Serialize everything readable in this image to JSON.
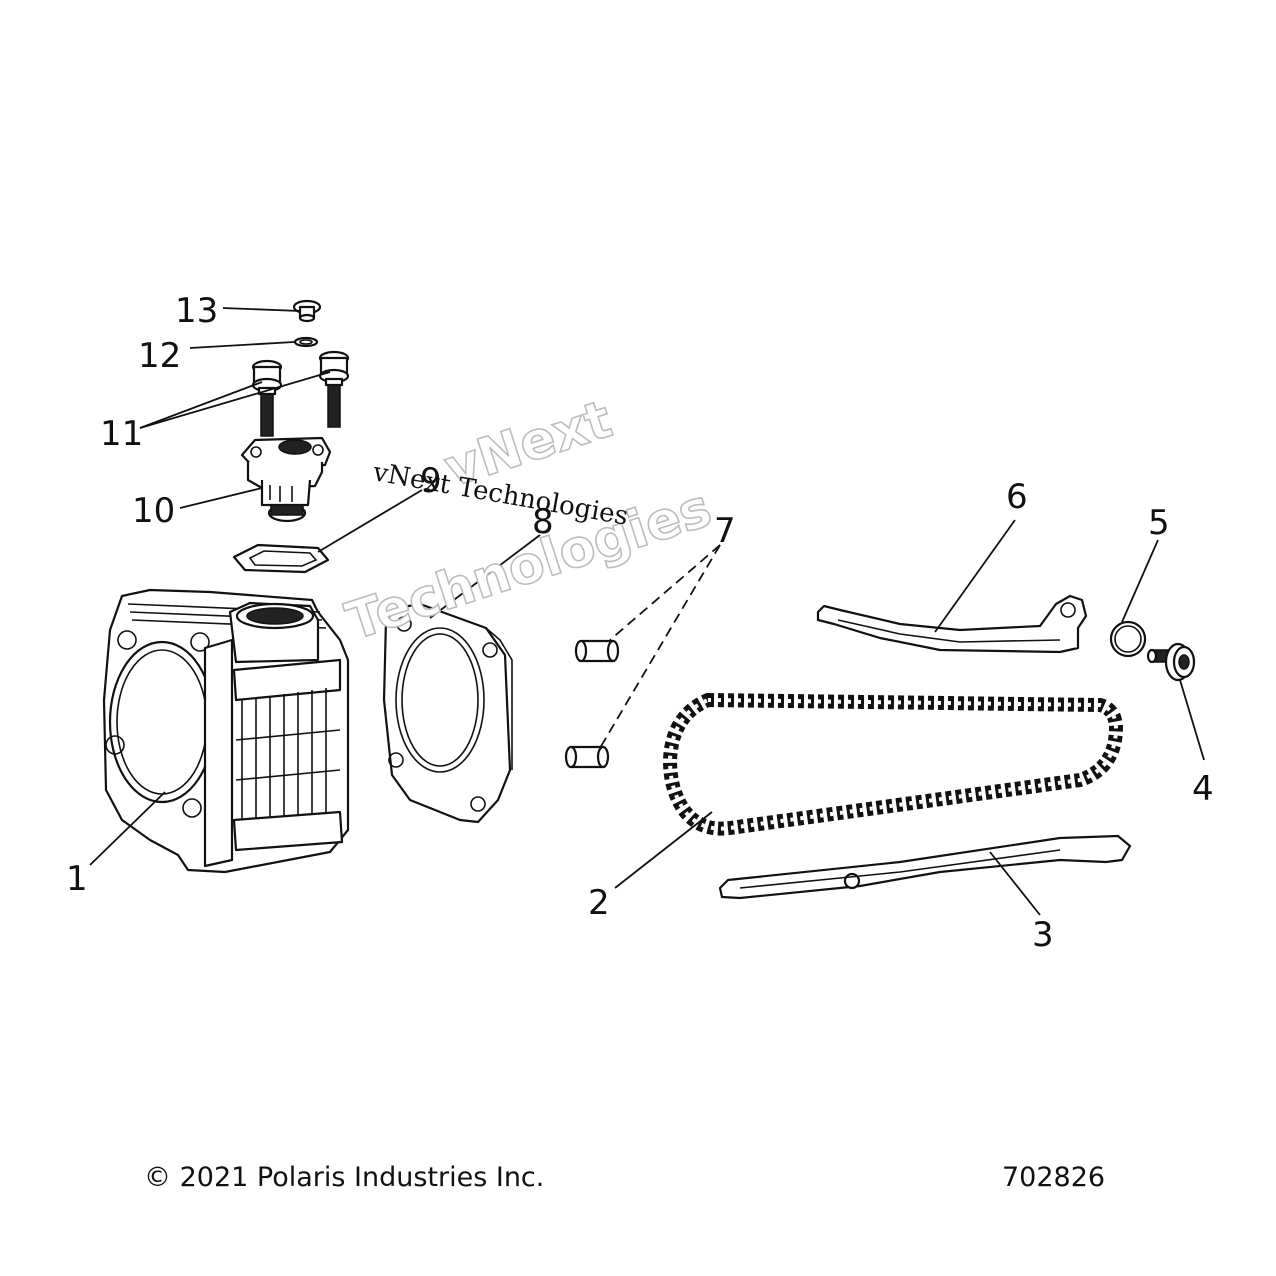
{
  "diagram": {
    "callouts": [
      {
        "id": "1",
        "label": "1"
      },
      {
        "id": "2",
        "label": "2"
      },
      {
        "id": "3",
        "label": "3"
      },
      {
        "id": "4",
        "label": "4"
      },
      {
        "id": "5",
        "label": "5"
      },
      {
        "id": "6",
        "label": "6"
      },
      {
        "id": "7",
        "label": "7"
      },
      {
        "id": "8",
        "label": "8"
      },
      {
        "id": "9",
        "label": "9"
      },
      {
        "id": "10",
        "label": "10"
      },
      {
        "id": "11",
        "label": "11"
      },
      {
        "id": "12",
        "label": "12"
      },
      {
        "id": "13",
        "label": "13"
      }
    ]
  },
  "watermark": {
    "line1": "vNext Technologies",
    "line2a": "vNext",
    "line2b": "Technologies"
  },
  "footer": {
    "copyright": "© 2021 Polaris Industries Inc.",
    "figure_number": "702826"
  },
  "colors": {
    "line": "#111111",
    "watermark_outline": "#bdbdbd",
    "background": "#ffffff"
  }
}
